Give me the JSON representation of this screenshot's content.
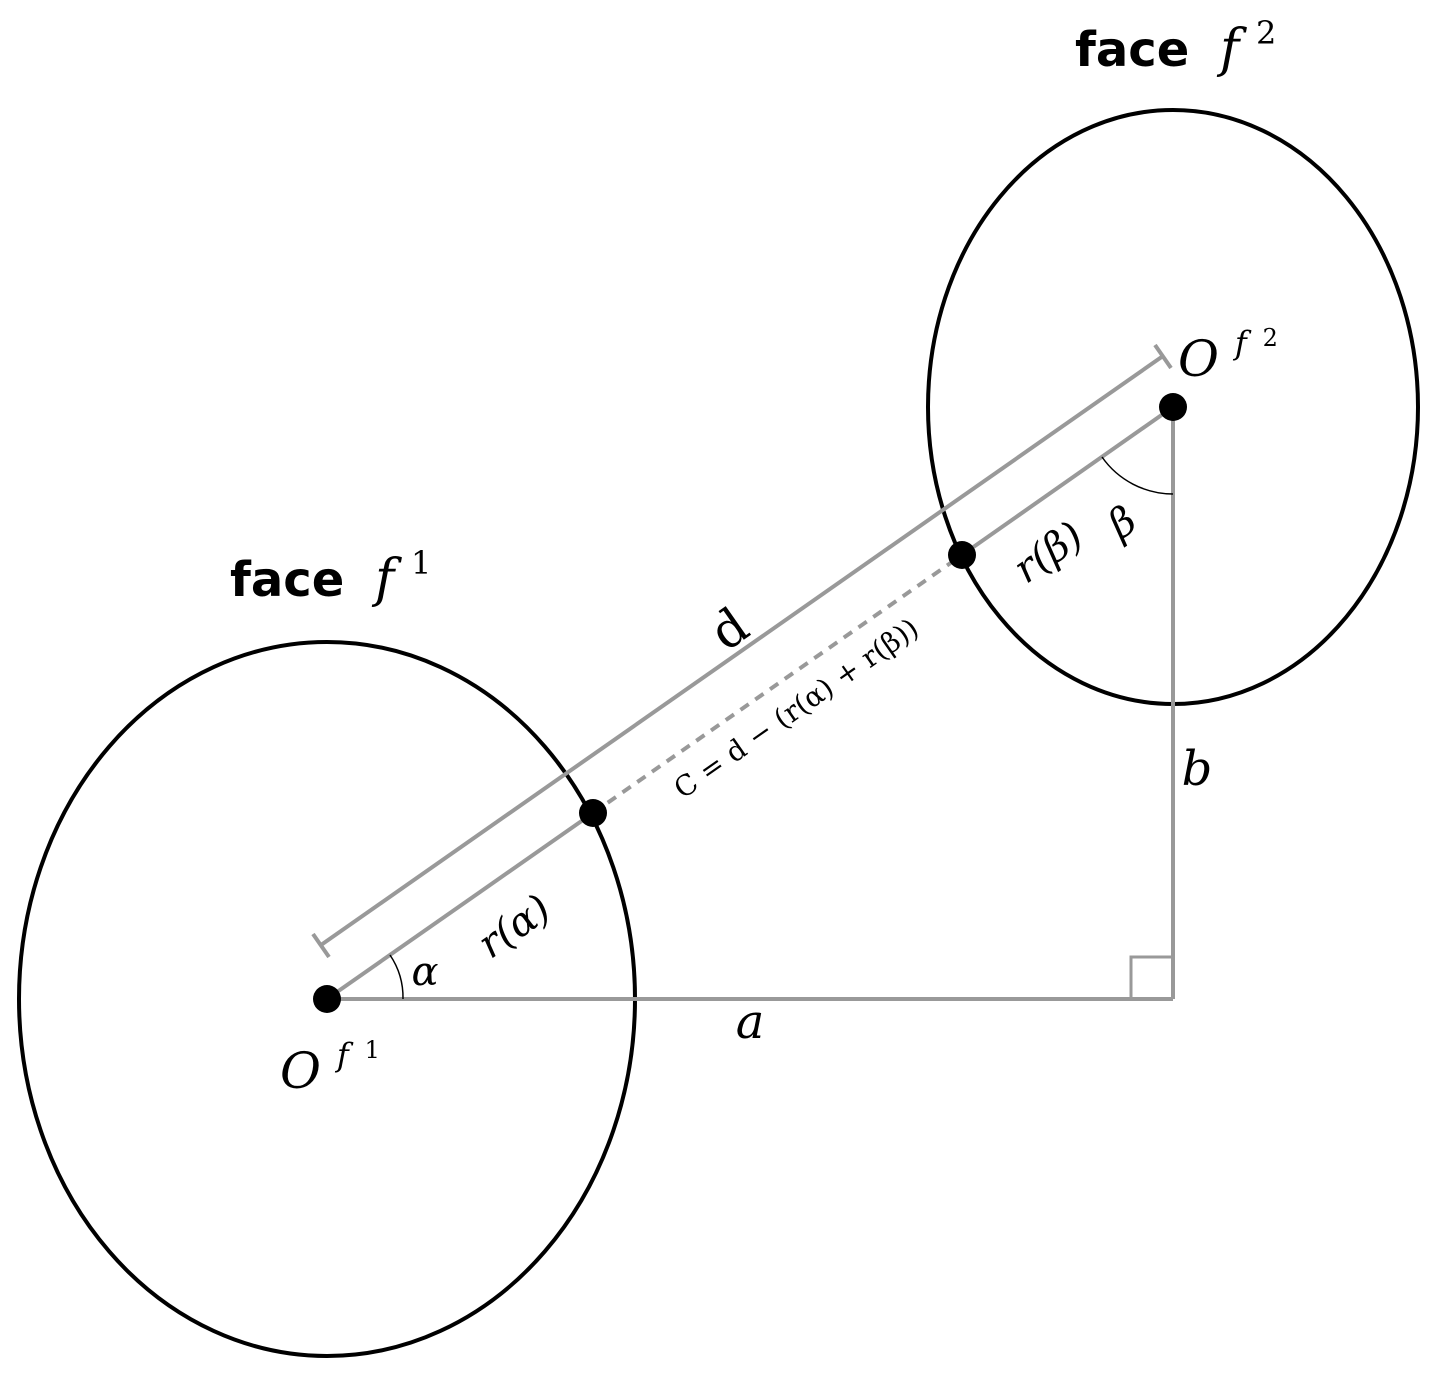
{
  "colors": {
    "ellipse": "#000000",
    "line": "#999999",
    "point": "#000000",
    "background": "#ffffff"
  },
  "face1": {
    "title_word": "face",
    "title_symbol": "f",
    "title_sup": "1"
  },
  "face2": {
    "title_word": "face",
    "title_symbol": "f",
    "title_sup": "2"
  },
  "labels": {
    "origin1_main": "O",
    "origin1_sup_base": "f",
    "origin1_sup_num": "1",
    "origin2_main": "O",
    "origin2_sup_base": "f",
    "origin2_sup_num": "2",
    "d": "d",
    "a": "a",
    "b": "b",
    "alpha": "α",
    "beta": "β",
    "r_alpha": "r(α)",
    "r_beta": "r(β)",
    "gap_formula": "C = d − (r(α) + r(β))"
  }
}
